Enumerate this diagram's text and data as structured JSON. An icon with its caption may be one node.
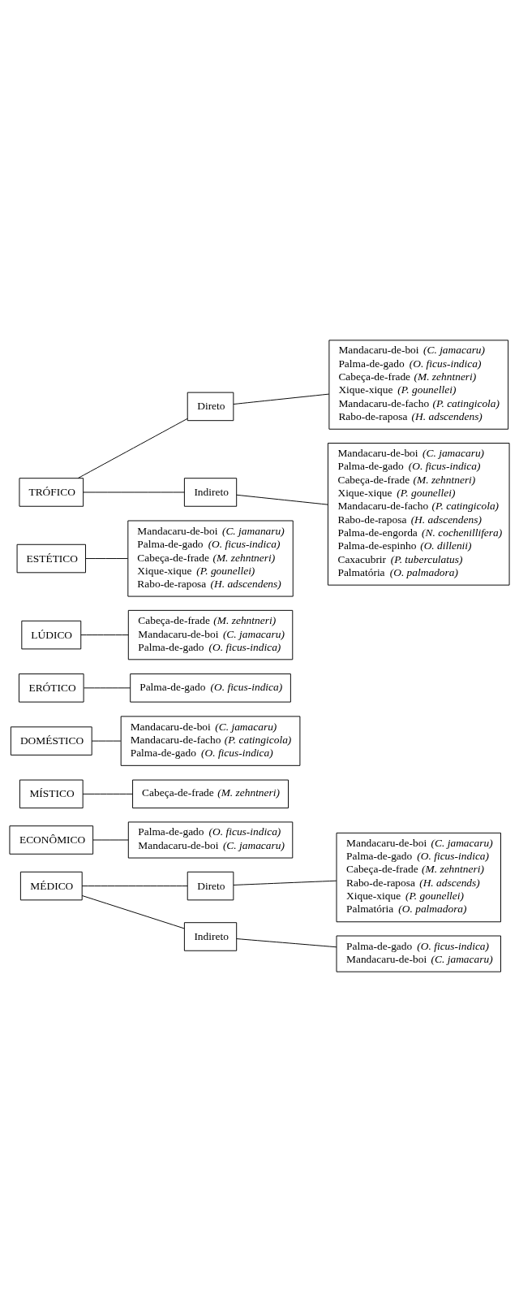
{
  "diagram": {
    "nodes": [
      {
        "text": [
          "TRÓFICO"
        ]
      },
      {
        "text": [
          "Direto"
        ]
      },
      {
        "text": [
          "Mandacaru-de-boi *(C. jamacaru)*",
          "Palma-de-gado *(O. ficus-indica)*",
          "Cabeça-de-frade *(M. zehntneri)*",
          "Xique-xique *(P. gounellei)*",
          "Mandacaru-de-facho *(P. catingicola)*",
          "Rabo-de-raposa *(H. adscendens)*"
        ]
      },
      {
        "text": [
          "Indireto"
        ]
      },
      {
        "text": [
          "Mandacaru-de-boi *(C. jamacaru)*",
          "Palma-de-gado *(O. ficus-indica)*",
          "Cabeça-de-frade *(M. zehntneri)*",
          "Xique-xique *(P. gounellei)*",
          "Mandacaru-de-facho *(P. catingicola)*",
          "Rabo-de-raposa *(H. adscendens)*",
          "Palma-de-engorda *(N. cochenillifera)*",
          "Palma-de-espinho *(O. dillenii)*",
          "Caxacubrir *(P. tuberculatus)*",
          "Palmatória *(O. palmadora)*"
        ]
      },
      {
        "text": [
          "ESTÉTICO"
        ]
      },
      {
        "text": [
          "Mandacaru-de-boi *(C. jamanaru)*",
          "Palma-de-gado *(O. ficus-indica)*",
          "Cabeça-de-frade *(M. zehntneri)*",
          "Xique-xique *(P. gounellei)*",
          "Rabo-de-raposa *(H. adscendens)*"
        ]
      },
      {
        "text": [
          "LÚDICO"
        ]
      },
      {
        "text": [
          "Cabeça-de-frade *(M. zehntneri)*",
          "Mandacaru-de-boi *(C. jamacaru)*",
          "Palma-de-gado *(O. ficus-indica)*"
        ]
      },
      {
        "text": [
          "ERÓTICO"
        ]
      },
      {
        "text": [
          "Palma-de-gado *(O. ficus-indica)*"
        ]
      },
      {
        "text": [
          "DOMÉSTICO"
        ]
      },
      {
        "text": [
          "Mandacaru-de-boi *(C. jamacaru)*",
          "Mandacaru-de-facho *(P. catingicola)*",
          "Palma-de-gado *(O. ficus-indica)*"
        ]
      },
      {
        "text": [
          "MÍSTICO"
        ]
      },
      {
        "text": [
          "Cabeça-de-frade *(M. zehntneri)*"
        ]
      },
      {
        "text": [
          "ECONÔMICO"
        ]
      },
      {
        "text": [
          "Palma-de-gado *(O. ficus-indica)*",
          "Mandacaru-de-boi *(C. jamacaru)*"
        ]
      },
      {
        "text": [
          "MÉDICO"
        ]
      },
      {
        "text": [
          "Direto"
        ]
      },
      {
        "text": [
          "Mandacaru-de-boi *(C. jamacaru)*",
          "Palma-de-gado *(O. ficus-indica)*",
          "Cabeça-de-frade *(M. zehntneri)*",
          "Rabo-de-raposa *(H. adscends)*",
          "Xique-xique *(P. gounellei)*",
          "Palmatória *(O. palmadora)*"
        ]
      },
      {
        "text": [
          "Indireto"
        ]
      },
      {
        "text": [
          "Palma-de-gado *(O. ficus-indica)*",
          "Mandacaru-de-boi *(C. jamacaru)*"
        ]
      }
    ],
    "edges": [
      {
        "from": 0,
        "to": 1,
        "arrow": "none"
      },
      {
        "from": 1,
        "to": 2,
        "arrow": "none"
      },
      {
        "from": 0,
        "to": 3,
        "arrow": "none"
      },
      {
        "from": 3,
        "to": 4,
        "arrow": "none"
      },
      {
        "from": 5,
        "to": 6,
        "arrow": "none"
      },
      {
        "from": 7,
        "to": 8,
        "arrow": "none"
      },
      {
        "from": 9,
        "to": 10,
        "arrow": "none"
      },
      {
        "from": 11,
        "to": 12,
        "arrow": "none"
      },
      {
        "from": 13,
        "to": 14,
        "arrow": "none"
      },
      {
        "from": 15,
        "to": 16,
        "arrow": "none"
      },
      {
        "from": 17,
        "to": 18,
        "arrow": "none"
      },
      {
        "from": 18,
        "to": 19,
        "arrow": "none"
      },
      {
        "from": 17,
        "to": 20,
        "arrow": "none"
      },
      {
        "from": 20,
        "to": 21,
        "arrow": "none"
      }
    ]
  }
}
